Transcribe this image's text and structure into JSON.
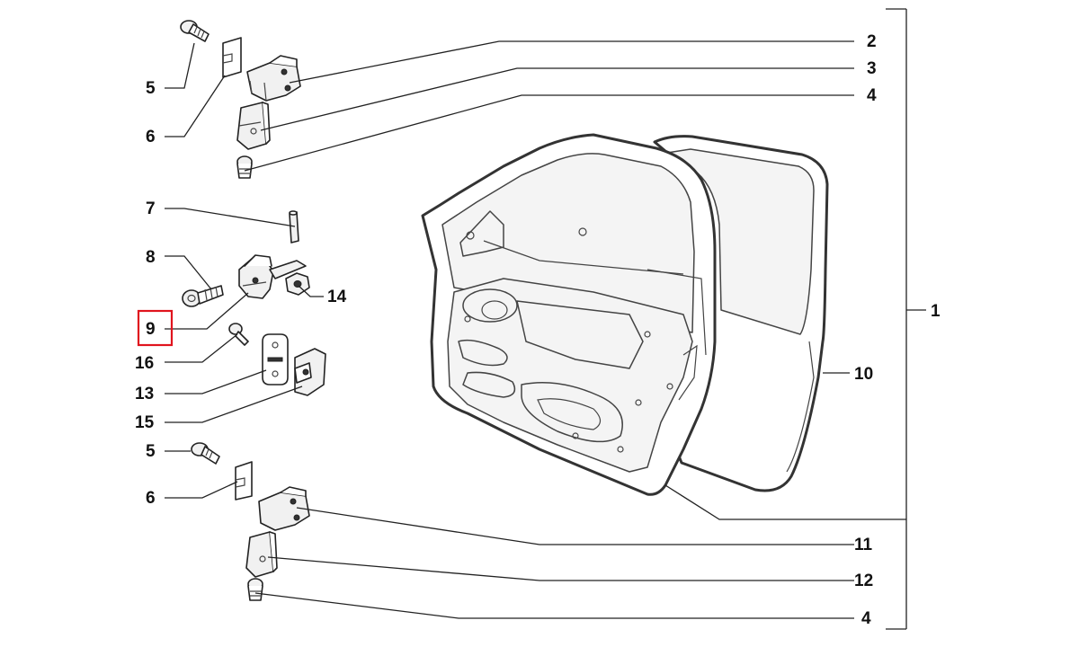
{
  "callouts": {
    "c1": "1",
    "c2": "2",
    "c3": "3",
    "c4_top": "4",
    "c5_top": "5",
    "c6_top": "6",
    "c7": "7",
    "c8": "8",
    "c9": "9",
    "c10": "10",
    "c11": "11",
    "c12": "12",
    "c13": "13",
    "c14": "14",
    "c15": "15",
    "c16": "16",
    "c5_bottom": "5",
    "c6_bottom": "6",
    "c4_bottom": "4"
  },
  "highlight": {
    "callout": "9",
    "color": "#e0141e"
  },
  "colors": {
    "line": "#222222",
    "label": "#111111",
    "background": "#ffffff"
  }
}
